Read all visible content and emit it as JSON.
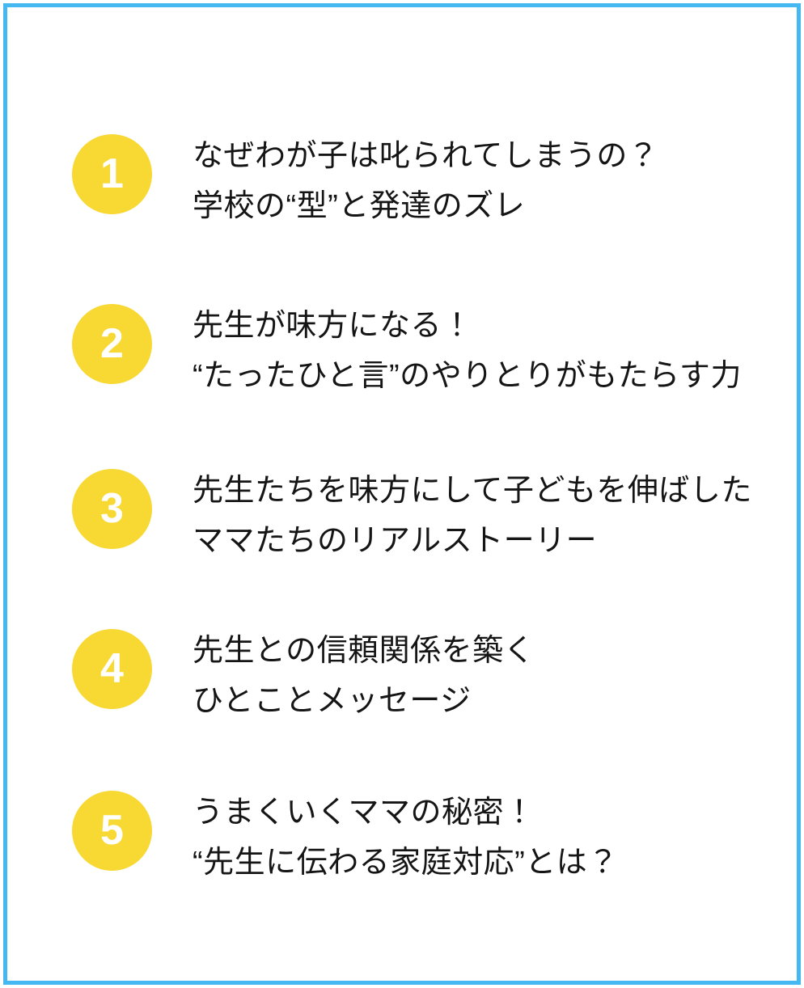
{
  "theme": {
    "background": "#ffffff",
    "border_color": "#45b8f2",
    "badge_color": "#f8d832",
    "badge_text_color": "#ffffff",
    "text_color": "#151515"
  },
  "list": {
    "items": [
      {
        "number": "1",
        "line1": "なぜわが子は叱られてしまうの？",
        "line2": "学校の“型”と発達のズレ"
      },
      {
        "number": "2",
        "line1": "先生が味方になる！",
        "line2": "“たったひと言”のやりとりがもたらす力"
      },
      {
        "number": "3",
        "line1": "先生たちを味方にして子どもを伸ばした",
        "line2": "ママたちのリアルストーリー"
      },
      {
        "number": "4",
        "line1": "先生との信頼関係を築く",
        "line2": "ひとことメッセージ"
      },
      {
        "number": "5",
        "line1": "うまくいくママの秘密！",
        "line2": "“先生に伝わる家庭対応”とは？"
      }
    ]
  }
}
